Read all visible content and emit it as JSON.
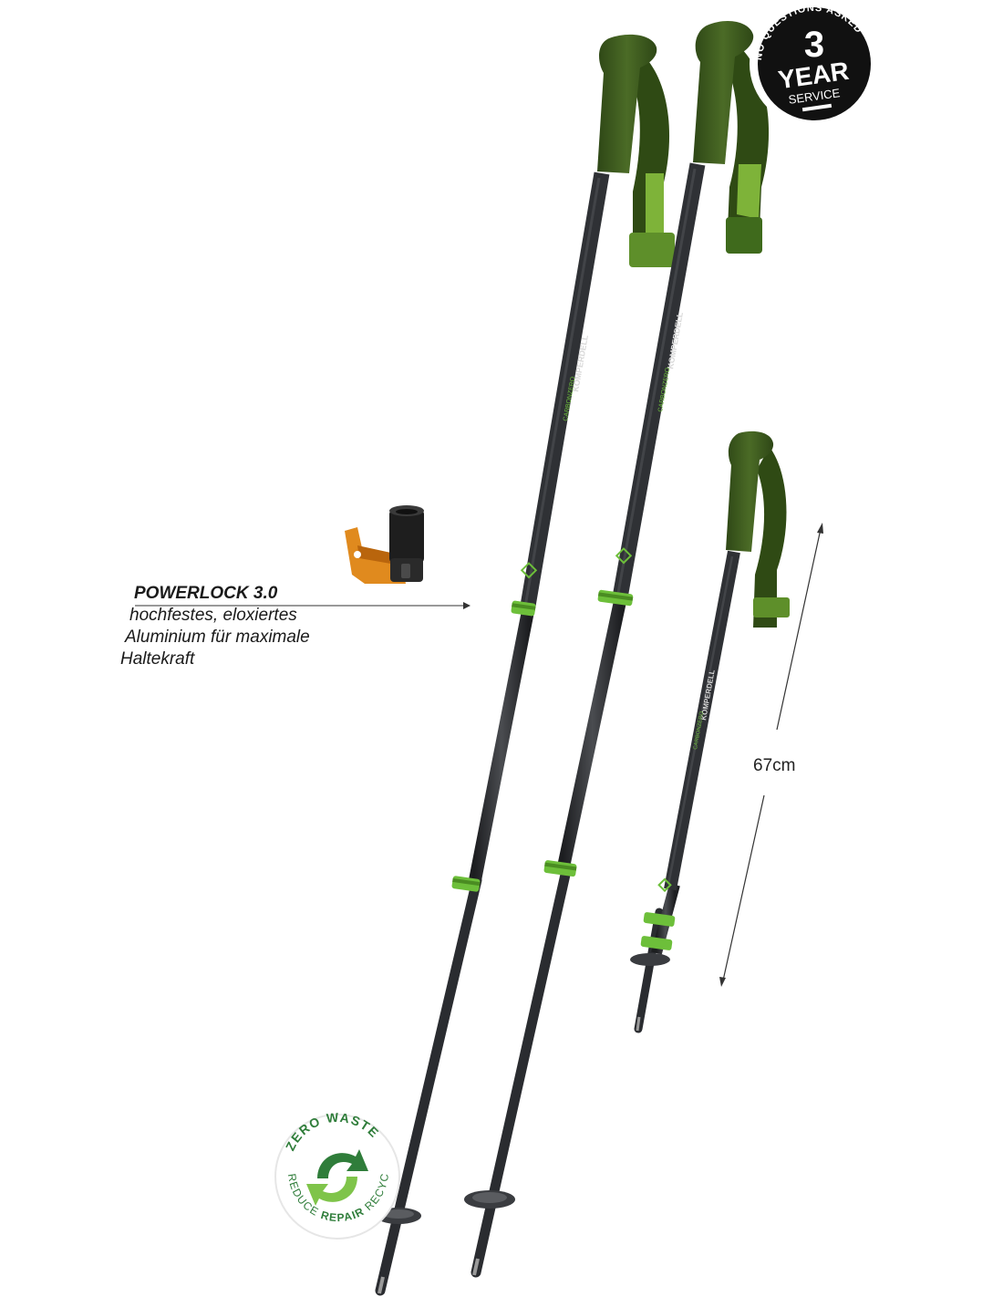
{
  "badge_service": {
    "arc_text": "NO QUESTIONS ASKED",
    "number": "3",
    "year": "YEAR",
    "service": "SERVICE"
  },
  "badge_zero_waste": {
    "top_text": "ZERO WASTE",
    "bottom_text_reduce": "REDUCE",
    "bottom_text_repair": "REPAIR",
    "bottom_text_recycle": "RECYCLE"
  },
  "callout": {
    "title": "POWERLOCK 3.0",
    "line1": "hochfestes, eloxiertes",
    "line2": "Aluminium für maximale",
    "line3": "Haltekraft"
  },
  "dimension": {
    "label": "67cm"
  },
  "pole_branding": {
    "brand": "KOMPERDELL",
    "model": "CARBONZERO"
  },
  "colors": {
    "grip_green": "#3d5a1e",
    "accent_green": "#6dbf3a",
    "shaft_dark": "#2b2d30",
    "lock_orange": "#e08a1e",
    "badge_black": "#111111",
    "zero_waste_green": "#2f7d3a"
  }
}
